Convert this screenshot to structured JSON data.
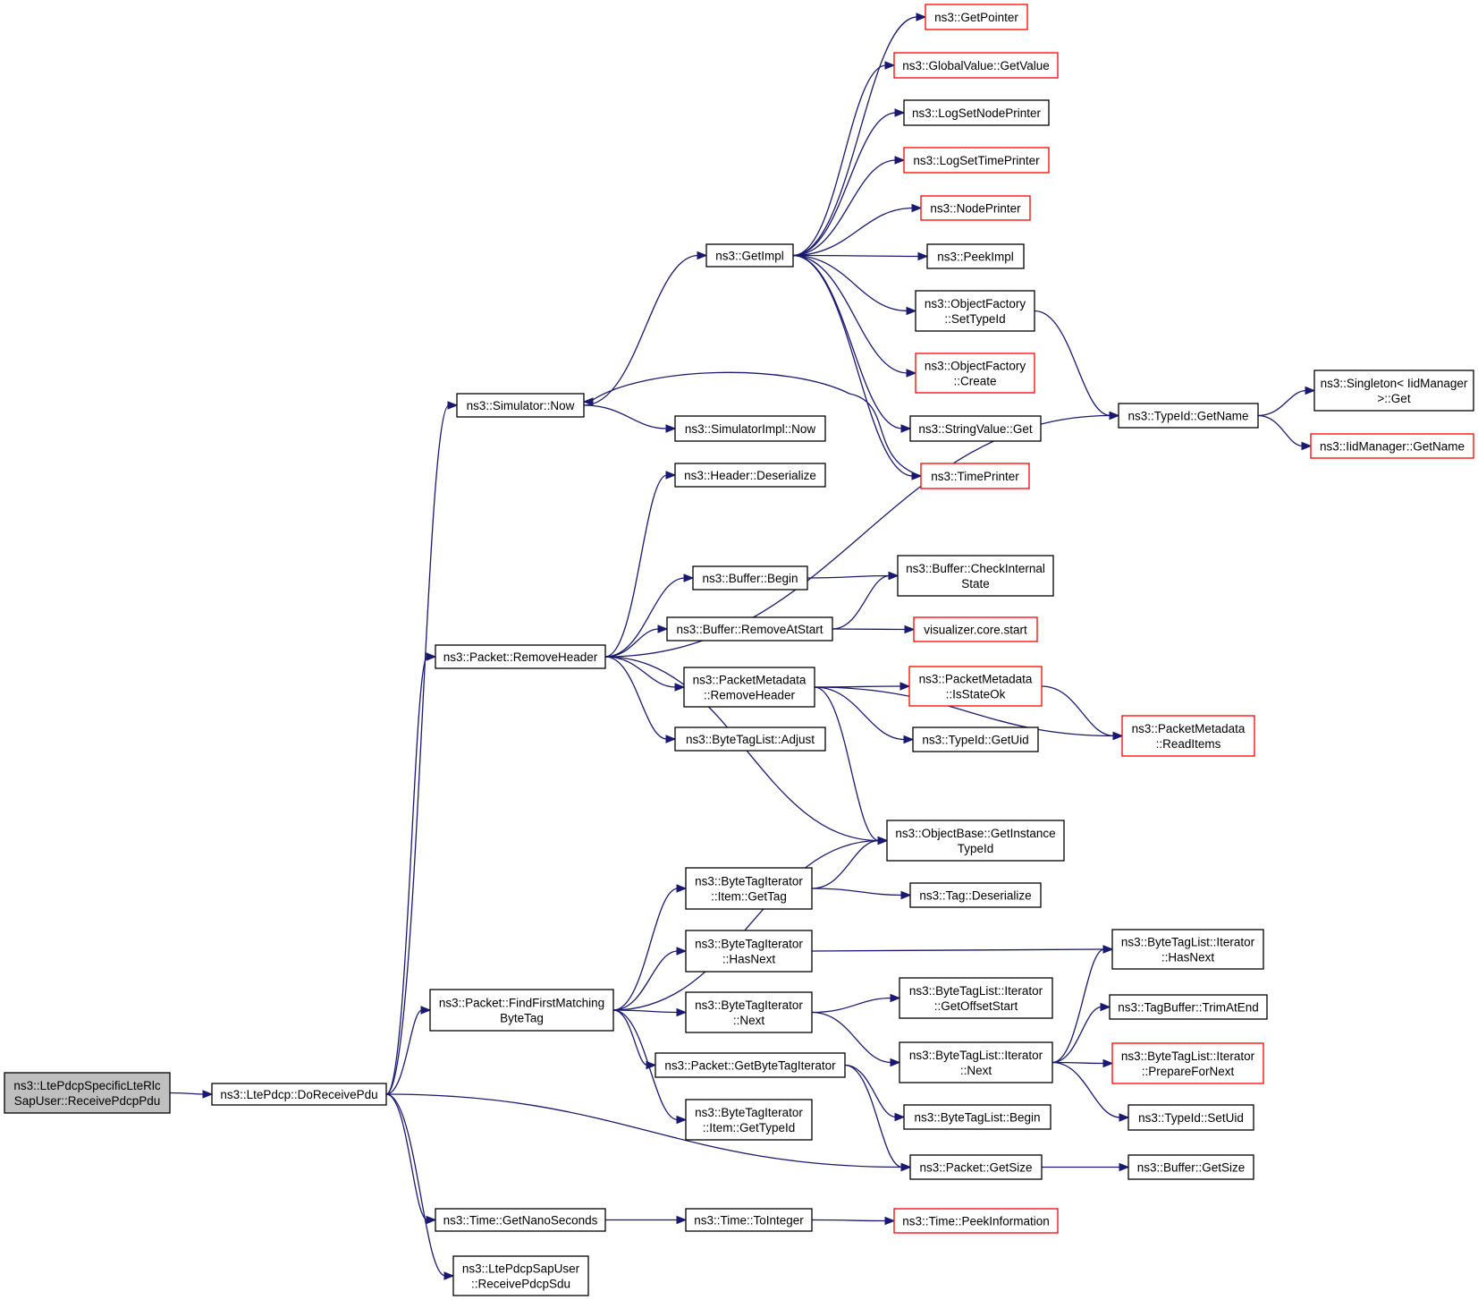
{
  "colors": {
    "edge": "#191970",
    "border_normal": "#000000",
    "border_truncated": "#ff0000",
    "root_fill": "#bfbfbf",
    "node_fill": "#ffffff"
  },
  "nodes": {
    "root": {
      "lines": [
        "ns3::LtePdcpSpecificLteRlc",
        "SapUser::ReceivePdcpPdu"
      ],
      "style": "root"
    },
    "doReceivePdu": {
      "lines": [
        "ns3::LtePdcp::DoReceivePdu"
      ],
      "style": "normal"
    },
    "simNow": {
      "lines": [
        "ns3::Simulator::Now"
      ],
      "style": "normal"
    },
    "removeHeader": {
      "lines": [
        "ns3::Packet::RemoveHeader"
      ],
      "style": "normal"
    },
    "findFirst": {
      "lines": [
        "ns3::Packet::FindFirstMatching",
        "ByteTag"
      ],
      "style": "normal"
    },
    "getNano": {
      "lines": [
        "ns3::Time::GetNanoSeconds"
      ],
      "style": "normal"
    },
    "recvSdu": {
      "lines": [
        "ns3::LtePdcpSapUser",
        "::ReceivePdcpSdu"
      ],
      "style": "normal"
    },
    "getImpl": {
      "lines": [
        "ns3::GetImpl"
      ],
      "style": "normal"
    },
    "simImplNow": {
      "lines": [
        "ns3::SimulatorImpl::Now"
      ],
      "style": "normal"
    },
    "headerDeser": {
      "lines": [
        "ns3::Header::Deserialize"
      ],
      "style": "normal"
    },
    "bufBegin": {
      "lines": [
        "ns3::Buffer::Begin"
      ],
      "style": "normal"
    },
    "bufRemoveAtStart": {
      "lines": [
        "ns3::Buffer::RemoveAtStart"
      ],
      "style": "normal"
    },
    "pmRemoveHeader": {
      "lines": [
        "ns3::PacketMetadata",
        "::RemoveHeader"
      ],
      "style": "normal"
    },
    "btlAdjust": {
      "lines": [
        "ns3::ByteTagList::Adjust"
      ],
      "style": "normal"
    },
    "btiGetTag": {
      "lines": [
        "ns3::ByteTagIterator",
        "::Item::GetTag"
      ],
      "style": "normal"
    },
    "btiHasNext": {
      "lines": [
        "ns3::ByteTagIterator",
        "::HasNext"
      ],
      "style": "normal"
    },
    "btiNext": {
      "lines": [
        "ns3::ByteTagIterator",
        "::Next"
      ],
      "style": "normal"
    },
    "getBTI": {
      "lines": [
        "ns3::Packet::GetByteTagIterator"
      ],
      "style": "normal"
    },
    "btiGetTypeId": {
      "lines": [
        "ns3::ByteTagIterator",
        "::Item::GetTypeId"
      ],
      "style": "normal"
    },
    "toInteger": {
      "lines": [
        "ns3::Time::ToInteger"
      ],
      "style": "normal"
    },
    "getPointer": {
      "lines": [
        "ns3::GetPointer"
      ],
      "style": "truncated"
    },
    "gvGetValue": {
      "lines": [
        "ns3::GlobalValue::GetValue"
      ],
      "style": "truncated"
    },
    "logSetNode": {
      "lines": [
        "ns3::LogSetNodePrinter"
      ],
      "style": "normal"
    },
    "logSetTime": {
      "lines": [
        "ns3::LogSetTimePrinter"
      ],
      "style": "truncated"
    },
    "nodePrinter": {
      "lines": [
        "ns3::NodePrinter"
      ],
      "style": "truncated"
    },
    "peekImpl": {
      "lines": [
        "ns3::PeekImpl"
      ],
      "style": "normal"
    },
    "ofSetTypeId": {
      "lines": [
        "ns3::ObjectFactory",
        "::SetTypeId"
      ],
      "style": "normal"
    },
    "ofCreate": {
      "lines": [
        "ns3::ObjectFactory",
        "::Create"
      ],
      "style": "truncated"
    },
    "strValGet": {
      "lines": [
        "ns3::StringValue::Get"
      ],
      "style": "normal"
    },
    "timePrinter": {
      "lines": [
        "ns3::TimePrinter"
      ],
      "style": "truncated"
    },
    "bufCheck": {
      "lines": [
        "ns3::Buffer::CheckInternal",
        "State"
      ],
      "style": "normal"
    },
    "vizStart": {
      "lines": [
        "visualizer.core.start"
      ],
      "style": "truncated"
    },
    "pmIsStateOk": {
      "lines": [
        "ns3::PacketMetadata",
        "::IsStateOk"
      ],
      "style": "truncated"
    },
    "typeIdGetUid": {
      "lines": [
        "ns3::TypeId::GetUid"
      ],
      "style": "normal"
    },
    "obGetInstance": {
      "lines": [
        "ns3::ObjectBase::GetInstance",
        "TypeId"
      ],
      "style": "normal"
    },
    "tagDeser": {
      "lines": [
        "ns3::Tag::Deserialize"
      ],
      "style": "normal"
    },
    "btlItGetOffset": {
      "lines": [
        "ns3::ByteTagList::Iterator",
        "::GetOffsetStart"
      ],
      "style": "normal"
    },
    "btlItNext": {
      "lines": [
        "ns3::ByteTagList::Iterator",
        "::Next"
      ],
      "style": "normal"
    },
    "btlBegin": {
      "lines": [
        "ns3::ByteTagList::Begin"
      ],
      "style": "normal"
    },
    "pktGetSize": {
      "lines": [
        "ns3::Packet::GetSize"
      ],
      "style": "normal"
    },
    "timePeekInfo": {
      "lines": [
        "ns3::Time::PeekInformation"
      ],
      "style": "truncated"
    },
    "typeIdGetName": {
      "lines": [
        "ns3::TypeId::GetName"
      ],
      "style": "normal"
    },
    "pmReadItems": {
      "lines": [
        "ns3::PacketMetadata",
        "::ReadItems"
      ],
      "style": "truncated"
    },
    "btlItHasNext": {
      "lines": [
        "ns3::ByteTagList::Iterator",
        "::HasNext"
      ],
      "style": "normal"
    },
    "tagBufTrim": {
      "lines": [
        "ns3::TagBuffer::TrimAtEnd"
      ],
      "style": "normal"
    },
    "btlItPrepare": {
      "lines": [
        "ns3::ByteTagList::Iterator",
        "::PrepareForNext"
      ],
      "style": "truncated"
    },
    "typeIdSetUid": {
      "lines": [
        "ns3::TypeId::SetUid"
      ],
      "style": "normal"
    },
    "bufGetSize": {
      "lines": [
        "ns3::Buffer::GetSize"
      ],
      "style": "normal"
    },
    "singletonGet": {
      "lines": [
        "ns3::Singleton< IidManager",
        ">::Get"
      ],
      "style": "normal"
    },
    "iidGetName": {
      "lines": [
        "ns3::IidManager::GetName"
      ],
      "style": "truncated"
    }
  },
  "edges": [
    [
      "root",
      "doReceivePdu"
    ],
    [
      "doReceivePdu",
      "simNow"
    ],
    [
      "doReceivePdu",
      "removeHeader"
    ],
    [
      "doReceivePdu",
      "findFirst"
    ],
    [
      "doReceivePdu",
      "pktGetSize"
    ],
    [
      "doReceivePdu",
      "getNano"
    ],
    [
      "doReceivePdu",
      "recvSdu"
    ],
    [
      "simNow",
      "getImpl"
    ],
    [
      "simNow",
      "simImplNow"
    ],
    [
      "getImpl",
      "getPointer"
    ],
    [
      "getImpl",
      "gvGetValue"
    ],
    [
      "getImpl",
      "logSetNode"
    ],
    [
      "getImpl",
      "logSetTime"
    ],
    [
      "getImpl",
      "nodePrinter"
    ],
    [
      "getImpl",
      "peekImpl"
    ],
    [
      "getImpl",
      "ofSetTypeId"
    ],
    [
      "getImpl",
      "ofCreate"
    ],
    [
      "getImpl",
      "strValGet"
    ],
    [
      "getImpl",
      "timePrinter"
    ],
    [
      "timePrinter",
      "simNow"
    ],
    [
      "ofSetTypeId",
      "typeIdGetName"
    ],
    [
      "typeIdGetName",
      "singletonGet"
    ],
    [
      "typeIdGetName",
      "iidGetName"
    ],
    [
      "removeHeader",
      "headerDeser"
    ],
    [
      "removeHeader",
      "typeIdGetName"
    ],
    [
      "removeHeader",
      "bufBegin"
    ],
    [
      "removeHeader",
      "bufRemoveAtStart"
    ],
    [
      "removeHeader",
      "pmRemoveHeader"
    ],
    [
      "removeHeader",
      "btlAdjust"
    ],
    [
      "removeHeader",
      "obGetInstance"
    ],
    [
      "bufBegin",
      "bufCheck"
    ],
    [
      "bufRemoveAtStart",
      "bufCheck"
    ],
    [
      "bufRemoveAtStart",
      "vizStart"
    ],
    [
      "pmRemoveHeader",
      "pmIsStateOk"
    ],
    [
      "pmRemoveHeader",
      "typeIdGetUid"
    ],
    [
      "pmRemoveHeader",
      "pmReadItems"
    ],
    [
      "pmRemoveHeader",
      "obGetInstance"
    ],
    [
      "pmIsStateOk",
      "pmReadItems"
    ],
    [
      "findFirst",
      "obGetInstance"
    ],
    [
      "findFirst",
      "btiGetTag"
    ],
    [
      "findFirst",
      "btiHasNext"
    ],
    [
      "findFirst",
      "btiNext"
    ],
    [
      "findFirst",
      "getBTI"
    ],
    [
      "findFirst",
      "btiGetTypeId"
    ],
    [
      "btiGetTag",
      "obGetInstance"
    ],
    [
      "btiGetTag",
      "tagDeser"
    ],
    [
      "btiHasNext",
      "btlItHasNext"
    ],
    [
      "btiNext",
      "btlItGetOffset"
    ],
    [
      "btiNext",
      "btlItNext"
    ],
    [
      "btlItNext",
      "btlItHasNext"
    ],
    [
      "btlItNext",
      "tagBufTrim"
    ],
    [
      "btlItNext",
      "btlItPrepare"
    ],
    [
      "btlItNext",
      "typeIdSetUid"
    ],
    [
      "getBTI",
      "btlBegin"
    ],
    [
      "getBTI",
      "pktGetSize"
    ],
    [
      "pktGetSize",
      "bufGetSize"
    ],
    [
      "getNano",
      "toInteger"
    ],
    [
      "toInteger",
      "timePeekInfo"
    ]
  ]
}
